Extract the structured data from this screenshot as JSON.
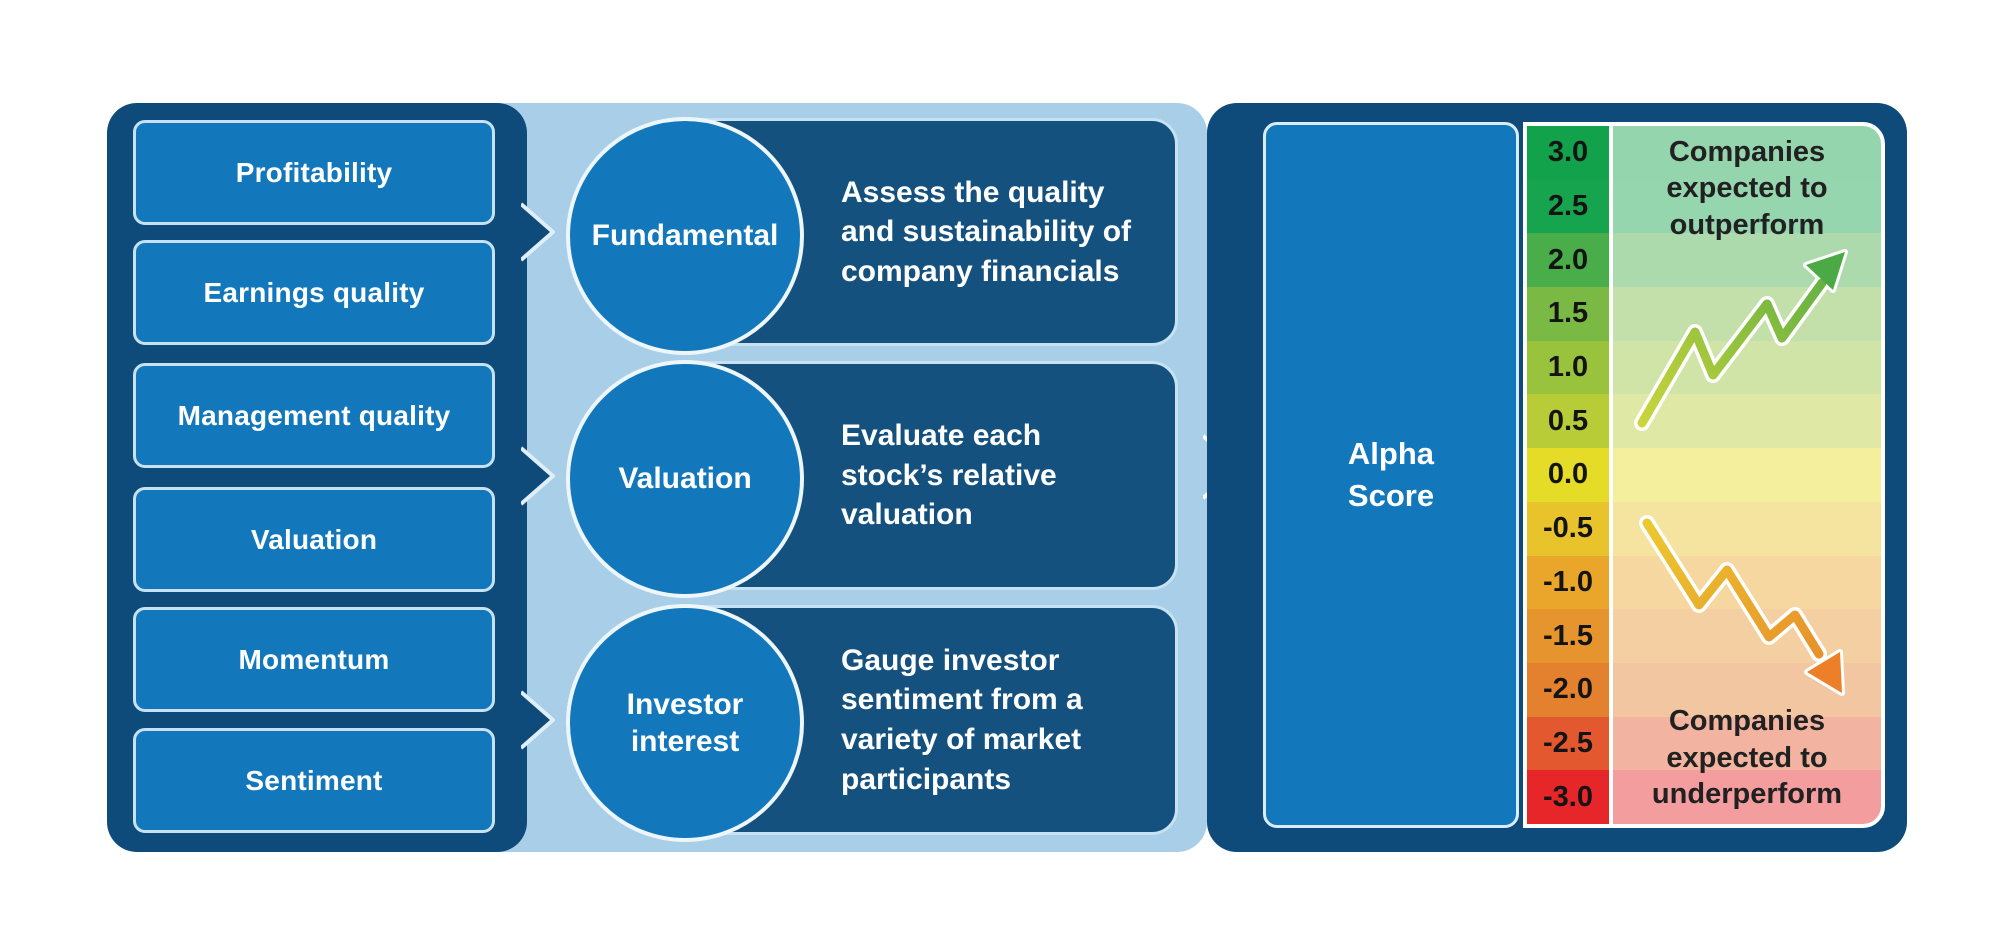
{
  "left_panel": {
    "factors": [
      "Profitability",
      "Earnings quality",
      "Management quality",
      "Valuation",
      "Momentum",
      "Sentiment"
    ]
  },
  "middle_panel": {
    "rows": [
      {
        "circle": "Fundamental",
        "description": "Assess the quality\nand sustainability of\ncompany financials"
      },
      {
        "circle": "Valuation",
        "description": "Evaluate each\nstock’s relative\nvaluation"
      },
      {
        "circle": "Investor\ninterest",
        "description": "Gauge investor\nsentiment from a\nvariety of market\nparticipants"
      }
    ]
  },
  "right_panel": {
    "score_label": "Alpha\nScore",
    "outperform_label": "Companies\nexpected to\noutperform",
    "underperform_label": "Companies\nexpected to\nunderperform",
    "scale": [
      {
        "label": "3.0",
        "color": "#12a24b"
      },
      {
        "label": "2.5",
        "color": "#16a44e"
      },
      {
        "label": "2.0",
        "color": "#49ad4a"
      },
      {
        "label": "1.5",
        "color": "#7ab943"
      },
      {
        "label": "1.0",
        "color": "#9ac33d"
      },
      {
        "label": "0.5",
        "color": "#b7cc37"
      },
      {
        "label": "0.0",
        "color": "#e4dc26"
      },
      {
        "label": "-0.5",
        "color": "#e9c32b"
      },
      {
        "label": "-1.0",
        "color": "#e9a62b"
      },
      {
        "label": "-1.5",
        "color": "#e6952e"
      },
      {
        "label": "-2.0",
        "color": "#e3812f"
      },
      {
        "label": "-2.5",
        "color": "#e3582e"
      },
      {
        "label": "-3.0",
        "color": "#e62629"
      }
    ]
  },
  "colors": {
    "navy": "#0e4a7a",
    "desc_navy": "#15517e",
    "light_blue": "#a9cee8",
    "blue": "#1377bc",
    "border_light": "#c6e2f2",
    "text_dark": "#212121",
    "trend_up_gradient": [
      "#c9d53b",
      "#8fc03f",
      "#55ad45"
    ],
    "trend_up_head": "#4caa46",
    "trend_down_gradient": [
      "#ecc82e",
      "#e9a42c",
      "#e8872c"
    ],
    "trend_down_head": "#ec7f28",
    "band_tint_alpha": "0.45"
  }
}
